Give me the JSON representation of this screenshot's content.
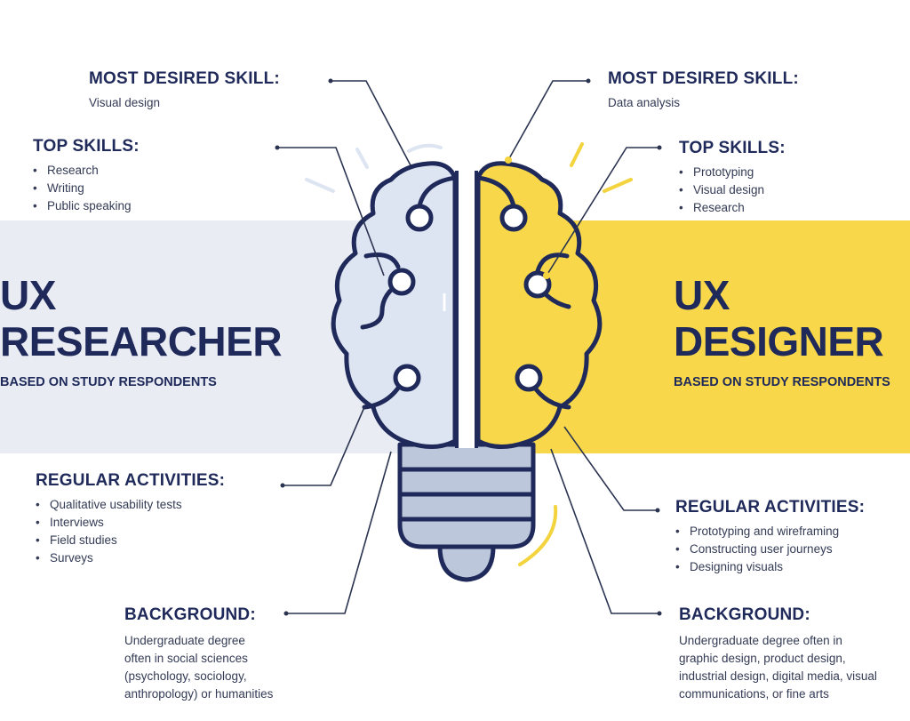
{
  "colors": {
    "navy": "#1f2a5a",
    "yellow": "#f8d84a",
    "band_gray": "#e9ecf3",
    "bulb_gray": "#bcc7dc",
    "left_brain_fill": "#dde4f2"
  },
  "researcher": {
    "role_line1": "UX",
    "role_line2": "RESEARCHER",
    "role_sub": "BASED ON STUDY RESPONDENTS",
    "desired_heading": "MOST DESIRED SKILL:",
    "desired_value": "Visual design",
    "top_heading": "TOP SKILLS:",
    "top_skills": [
      "Research",
      "Writing",
      "Public speaking"
    ],
    "activities_heading": "REGULAR ACTIVITIES:",
    "activities": [
      "Qualitative usability tests",
      "Interviews",
      "Field studies",
      "Surveys"
    ],
    "background_heading": "BACKGROUND:",
    "background_lines": [
      "Undergraduate degree",
      "often in social sciences",
      "(psychology, sociology,",
      "anthropology) or humanities"
    ]
  },
  "designer": {
    "role_line1": "UX",
    "role_line2": "DESIGNER",
    "role_sub": "BASED ON STUDY RESPONDENTS",
    "desired_heading": "MOST DESIRED SKILL:",
    "desired_value": "Data analysis",
    "top_heading": "TOP SKILLS:",
    "top_skills": [
      "Prototyping",
      "Visual design",
      "Research"
    ],
    "activities_heading": "REGULAR ACTIVITIES:",
    "activities": [
      "Prototyping and wireframing",
      "Constructing user journeys",
      "Designing visuals"
    ],
    "background_heading": "BACKGROUND:",
    "background_lines": [
      "Undergraduate degree often in",
      "graphic design, product design,",
      "industrial design, digital media, visual",
      "communications, or fine arts"
    ]
  },
  "icons": {
    "bulb": "lightbulb-brain-icon"
  }
}
